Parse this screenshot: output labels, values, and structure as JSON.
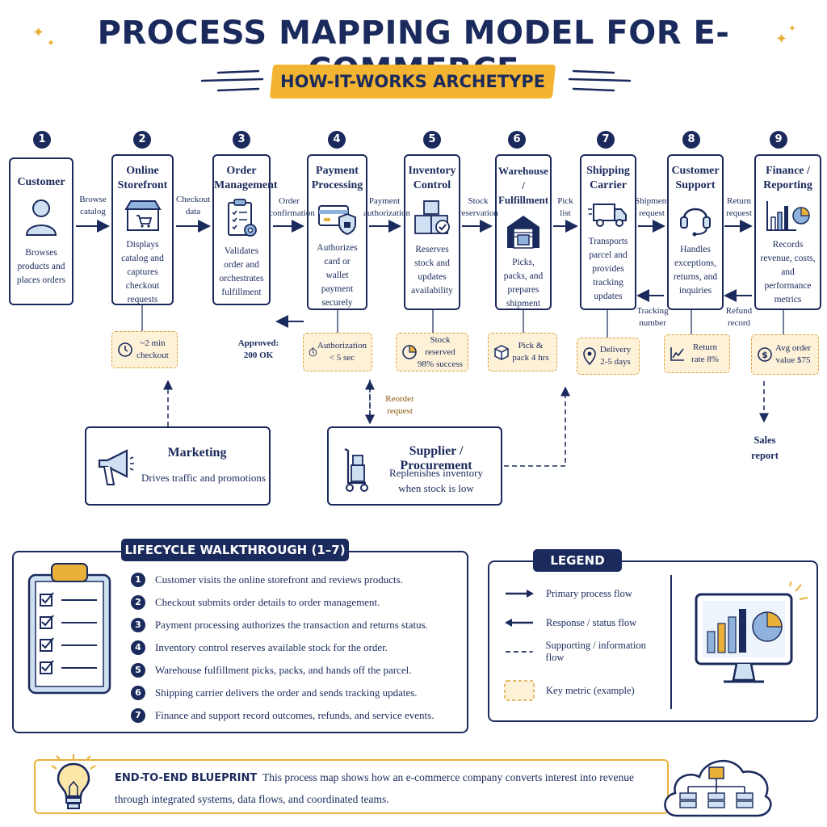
{
  "title": "PROCESS MAPPING MODEL FOR E-COMMERCE",
  "subtitle": "HOW-IT-WORKS ARCHETYPE",
  "steps": [
    {
      "num": "1",
      "title": "Customer",
      "desc": "Browses products and places orders",
      "icon": "user-icon"
    },
    {
      "num": "2",
      "title": "Online Storefront",
      "desc": "Displays catalog and captures checkout requests",
      "icon": "storefront-icon"
    },
    {
      "num": "3",
      "title": "Order Management",
      "desc": "Validates order and orchestrates fulfillment",
      "icon": "clipboard-gear-icon"
    },
    {
      "num": "4",
      "title": "Payment Processing",
      "desc": "Authorizes card or wallet payment securely",
      "icon": "card-shield-icon"
    },
    {
      "num": "5",
      "title": "Inventory Control",
      "desc": "Reserves stock and updates availability",
      "icon": "boxes-check-icon"
    },
    {
      "num": "6",
      "title": "Warehouse / Fulfillment",
      "desc": "Picks, packs, and prepares shipment",
      "icon": "warehouse-icon"
    },
    {
      "num": "7",
      "title": "Shipping Carrier",
      "desc": "Transports parcel and provides tracking updates",
      "icon": "truck-icon"
    },
    {
      "num": "8",
      "title": "Customer Support",
      "desc": "Handles exceptions, returns, and inquiries",
      "icon": "headset-icon"
    },
    {
      "num": "9",
      "title": "Finance / Reporting",
      "desc": "Records revenue, costs, and performance metrics",
      "icon": "chart-icon"
    }
  ],
  "flows": {
    "browse_catalog": "Browse catalog",
    "checkout_data": "Checkout data",
    "order_confirmation": "Order confirmation",
    "payment_authorization": "Payment authorization",
    "stock_reservation": "Stock reservation",
    "pick_list": "Pick list",
    "shipment_request": "Shipment request",
    "return_request": "Return request",
    "approved": "Approved: 200 OK",
    "tracking_number": "Tracking number",
    "refund_record": "Refund record",
    "reorder_request": "Reorder request",
    "sales_report": "Sales report"
  },
  "metrics": [
    {
      "text": "~2 min checkout",
      "icon": "clock-icon"
    },
    {
      "text": "Authorization < 5 sec",
      "icon": "stopwatch-icon"
    },
    {
      "text": "Stock reserved 98% success",
      "icon": "pie-icon"
    },
    {
      "text": "Pick & pack 4 hrs",
      "icon": "box-icon"
    },
    {
      "text": "Delivery 2-5 days",
      "icon": "location-pin-icon"
    },
    {
      "text": "Return rate 8%",
      "icon": "trend-chart-icon"
    },
    {
      "text": "Avg order value $75",
      "icon": "dollar-coin-icon"
    }
  ],
  "support": {
    "marketing": {
      "title": "Marketing",
      "desc": "Drives traffic and promotions"
    },
    "supplier": {
      "title": "Supplier / Procurement",
      "desc": "Replenishes inventory when stock is low"
    }
  },
  "lifecycle": {
    "title": "LIFECYCLE WALKTHROUGH (1–7)",
    "items": [
      {
        "num": "1",
        "text": "Customer visits the online storefront and reviews products."
      },
      {
        "num": "2",
        "text": "Checkout submits order details to order management."
      },
      {
        "num": "3",
        "text": "Payment processing authorizes the transaction and returns status."
      },
      {
        "num": "4",
        "text": "Inventory control reserves available stock for the order."
      },
      {
        "num": "5",
        "text": "Warehouse fulfillment picks, packs, and hands off the parcel."
      },
      {
        "num": "6",
        "text": "Shipping carrier delivers the order and sends tracking updates."
      },
      {
        "num": "7",
        "text": "Finance and support record outcomes, refunds, and service events."
      }
    ]
  },
  "legend": {
    "title": "LEGEND",
    "items": [
      {
        "label": "Primary process flow"
      },
      {
        "label": "Response / status flow"
      },
      {
        "label": "Supporting / information flow"
      },
      {
        "label": "Key metric (example)"
      }
    ]
  },
  "footer": {
    "heading": "END-TO-END BLUEPRINT",
    "text_line1": "This process map shows how an e-commerce company converts interest into revenue",
    "text_line2": "through integrated systems, data flows, and coordinated teams."
  },
  "colors": {
    "navy": "#1b2a5c",
    "gold": "#f3b531",
    "metric_bg": "#fdf1d8"
  }
}
